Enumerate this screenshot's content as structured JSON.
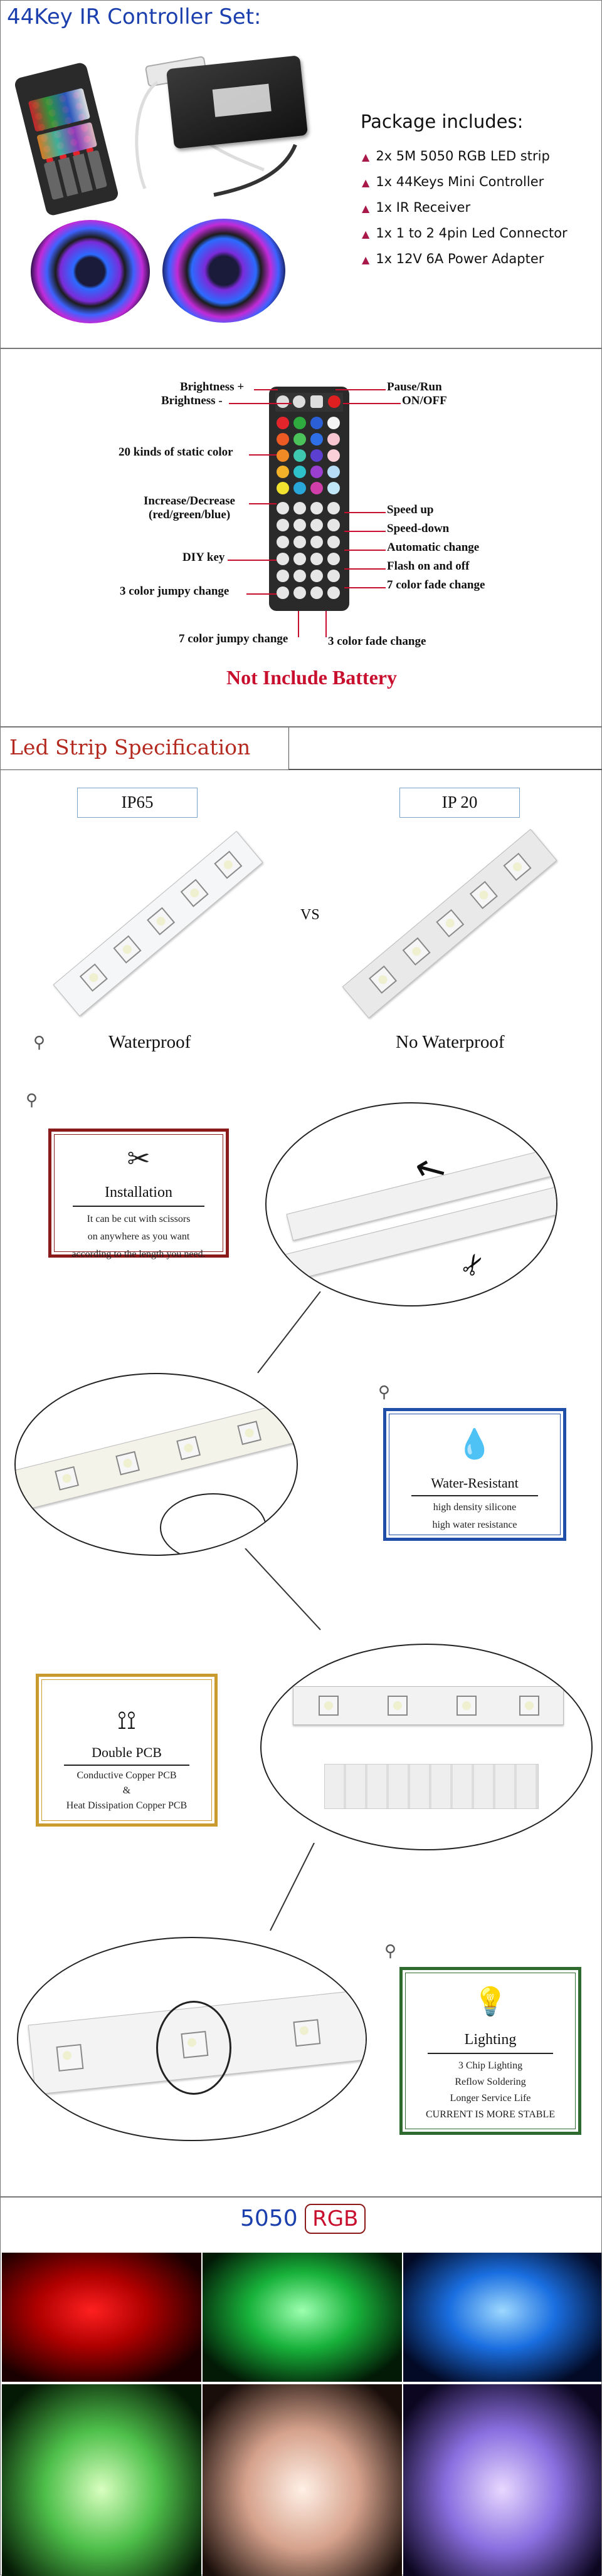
{
  "header": {
    "title": "44Key IR Controller Set:"
  },
  "package": {
    "heading": "Package includes:",
    "items": [
      "2x 5M 5050 RGB LED strip",
      "1x 44Keys Mini Controller",
      "1x IR Receiver",
      "1x 1 to 2 4pin Led Connector",
      "1x 12V 6A Power Adapter"
    ]
  },
  "remote": {
    "left_labels": [
      "Brightness +",
      "Brightness -",
      "20 kinds of static color",
      "Increase/Decrease",
      "(red/green/blue)",
      "DIY key",
      "3 color jumpy change"
    ],
    "right_labels": [
      "Pause/Run",
      "ON/OFF",
      "Speed up",
      "Speed-down",
      "Automatic change",
      "Flash on and off",
      "7 color fade change"
    ],
    "bottom_labels": [
      "7 color jumpy change",
      "3 color fade change"
    ],
    "note": "Not Include Battery",
    "note_color": "#c8102e",
    "swatches": [
      "#e3242b",
      "#2eaa3e",
      "#2a5fd6",
      "#f4f4f4",
      "#ee5a24",
      "#4cc35a",
      "#2f6fe6",
      "#f7c6d0",
      "#f08a24",
      "#3fc8b0",
      "#5a3fd0",
      "#f9d0d8",
      "#f3b12a",
      "#2ec1c9",
      "#9a3fd0",
      "#b6dcf5",
      "#f2e230",
      "#2aa7d9",
      "#d03fa9",
      "#bfe7f7"
    ]
  },
  "spec": {
    "title": "Led Strip Specification",
    "left_rating": "IP65",
    "right_rating": "IP 20",
    "vs": "VS",
    "left_caption": "Waterproof",
    "right_caption": "No Waterproof"
  },
  "features": [
    {
      "title": "Installation",
      "lines": [
        "It can be cut with scissors",
        "on anywhere as you want",
        "according to the length you need."
      ]
    },
    {
      "title": "Water-Resistant",
      "lines": [
        "high density silicone",
        "high water resistance"
      ]
    },
    {
      "title": "Double PCB",
      "lines": [
        "Conductive Copper PCB",
        "&",
        "Heat Dissipation Copper PCB"
      ]
    },
    {
      "title": "Lighting",
      "lines": [
        "3 Chip Lighting",
        "Reflow Soldering",
        "Longer Service Life",
        "CURRENT IS MORE STABLE"
      ]
    }
  ],
  "colors_section": {
    "label_num": "5050",
    "label_rgb": "RGB"
  },
  "colors": {
    "install_border": "#8b1a1a",
    "water_border": "#1f4fa8",
    "pcb_border": "#c99a2e",
    "lighting_border": "#2f6b2f",
    "rgb_border": "#8b1a1a"
  }
}
